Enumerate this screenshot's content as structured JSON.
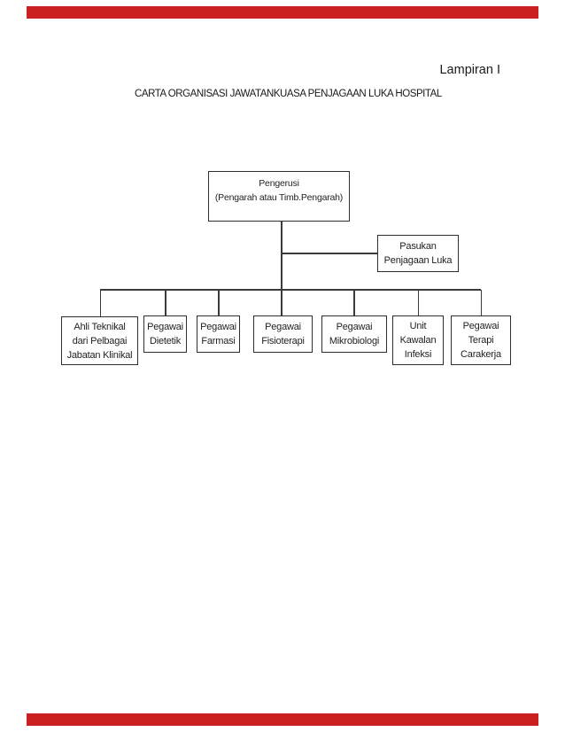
{
  "page": {
    "annex_label": "Lampiran I",
    "title": "CARTA ORGANISASI JAWATANKUASA PENJAGAAN LUKA HOSPITAL",
    "rule_bar_color": "#cc1f1f",
    "background_color": "#ffffff",
    "text_color": "#1f1f1f"
  },
  "org_chart": {
    "root": {
      "lines": [
        "Pengerusi",
        "(Pengarah atau Timb.Pengarah)"
      ]
    },
    "aside": {
      "lines": [
        "Pasukan",
        "Penjagaan Luka"
      ]
    },
    "members": [
      {
        "lines": [
          "Ahli Teknikal",
          "dari Pelbagai",
          "Jabatan Klinikal"
        ]
      },
      {
        "lines": [
          "Pegawai",
          "Dietetik"
        ]
      },
      {
        "lines": [
          "Pegawai",
          "Farmasi"
        ]
      },
      {
        "lines": [
          "Pegawai",
          "Fisioterapi"
        ]
      },
      {
        "lines": [
          "Pegawai",
          "Mikrobiologi"
        ]
      },
      {
        "lines": [
          "Unit",
          "Kawalan",
          "Infeksi"
        ]
      },
      {
        "lines": [
          "Pegawai",
          "Terapi",
          "Carakerja"
        ]
      }
    ]
  }
}
